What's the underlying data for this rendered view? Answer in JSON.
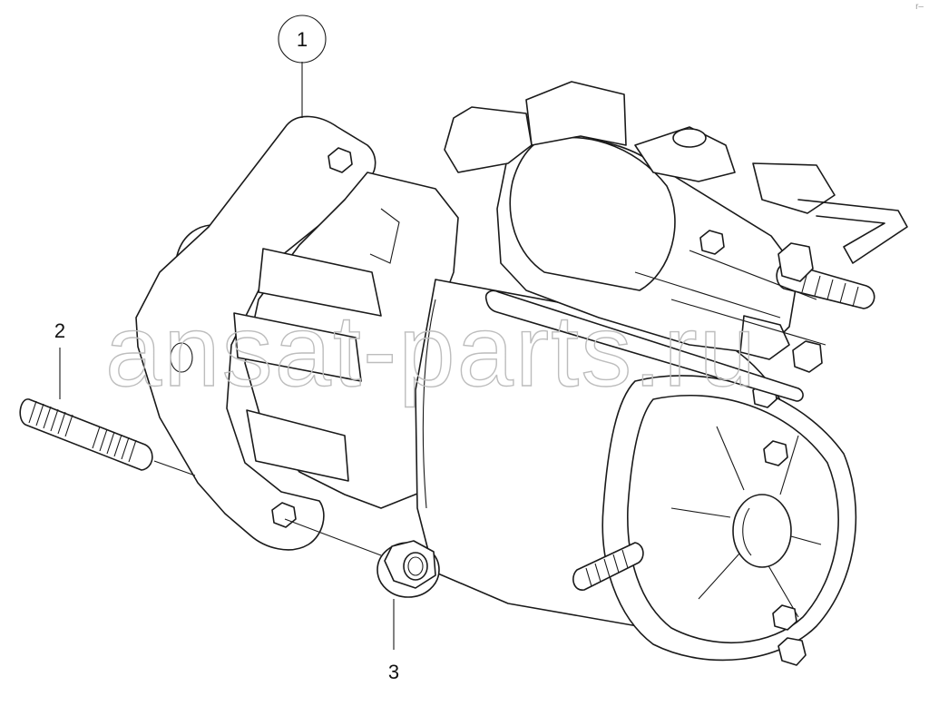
{
  "callouts": [
    {
      "id": "1",
      "label": "1",
      "circled": true
    },
    {
      "id": "2",
      "label": "2",
      "circled": false
    },
    {
      "id": "3",
      "label": "3",
      "circled": false
    }
  ],
  "watermark": {
    "text": "ansat-parts.ru"
  },
  "corner_mark": "r–"
}
